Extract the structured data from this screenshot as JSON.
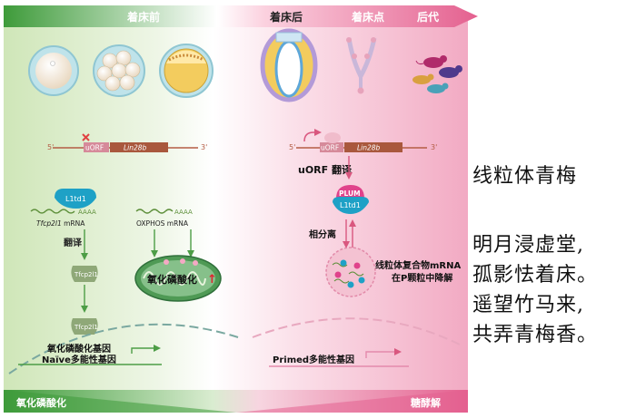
{
  "stages": {
    "preimplantation": "着床前",
    "postimplantation": "着床后",
    "implantation_site": "着床点",
    "offspring": "后代"
  },
  "left": {
    "utr5": "5'",
    "utr3": "3'",
    "uorf": "uORF",
    "gene": "Lin28b",
    "protein": "L1td1",
    "mrna1_tail": "AAAA",
    "mrna1_name": "Tfcp2l1",
    "mrna1_suffix": " mRNA",
    "mrna2_tail": "AAAA",
    "mrna2_name": "OXPHOS mRNA",
    "translation": "翻译",
    "tf1": "Tfcp2l1",
    "tf2": "Tfcp2l1",
    "mito_label": "氧化磷酸化",
    "mito_arrow": "↑",
    "genes_line1": "氧化磷酸化基因",
    "genes_line2": "Naïve多能性基因"
  },
  "right": {
    "utr5": "5'",
    "utr3": "3'",
    "uorf": "uORF",
    "gene": "Lin28b",
    "uorf_translation": "uORF 翻译",
    "plum": "PLUM",
    "protein": "L1td1",
    "phase_sep": "相分离",
    "degradation_line1": "线粒体复合物mRNA",
    "degradation_line2": "在P颗粒中降解",
    "primed": "Primed多能性基因"
  },
  "bottom": {
    "left": "氧化磷酸化",
    "right": "糖酵解"
  },
  "poem": {
    "title": "线粒体青梅",
    "line1": "明月浸虚堂,",
    "line2": "孤影怯着床。",
    "line3": "遥望竹马来,",
    "line4": "共弄青梅香。"
  },
  "colors": {
    "green": "#3e9b3a",
    "pink": "#e4608f",
    "gene_brown": "#a9583d",
    "uorf": "#d68a9a",
    "l1td1": "#1ea1c6",
    "plum": "#e0428b"
  }
}
